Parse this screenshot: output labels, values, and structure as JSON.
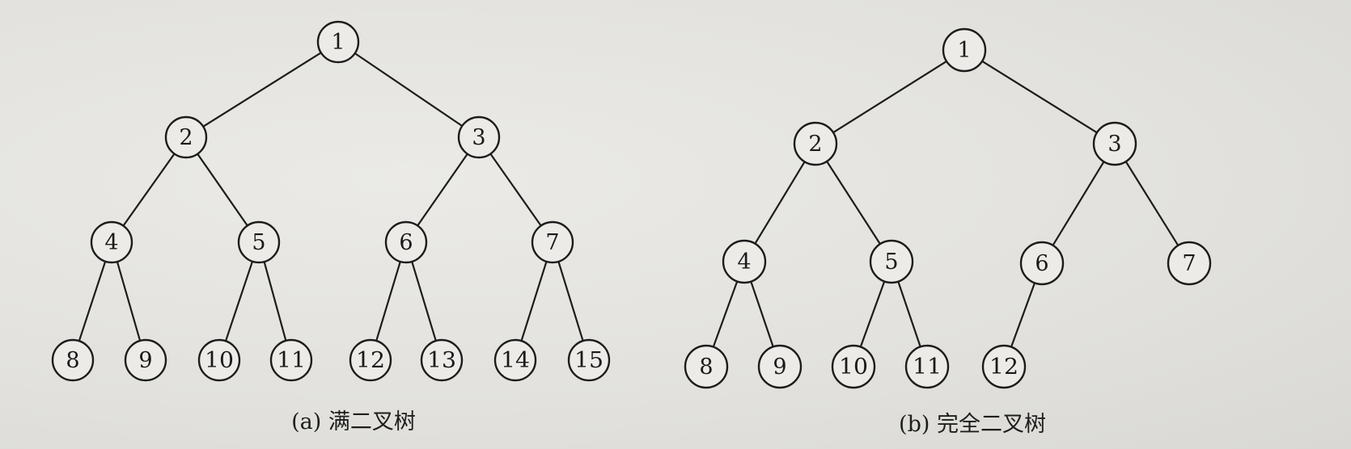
{
  "trees": [
    {
      "id": "full",
      "caption": "(a) 满二叉树",
      "nodes": [
        {
          "label": "1"
        },
        {
          "label": "2"
        },
        {
          "label": "3"
        },
        {
          "label": "4"
        },
        {
          "label": "5"
        },
        {
          "label": "6"
        },
        {
          "label": "7"
        },
        {
          "label": "8"
        },
        {
          "label": "9"
        },
        {
          "label": "10"
        },
        {
          "label": "11"
        },
        {
          "label": "12"
        },
        {
          "label": "13"
        },
        {
          "label": "14"
        },
        {
          "label": "15"
        }
      ],
      "edges": [
        [
          1,
          2
        ],
        [
          1,
          3
        ],
        [
          2,
          4
        ],
        [
          2,
          5
        ],
        [
          3,
          6
        ],
        [
          3,
          7
        ],
        [
          4,
          8
        ],
        [
          4,
          9
        ],
        [
          5,
          10
        ],
        [
          5,
          11
        ],
        [
          6,
          12
        ],
        [
          6,
          13
        ],
        [
          7,
          14
        ],
        [
          7,
          15
        ]
      ]
    },
    {
      "id": "complete",
      "caption": "(b) 完全二叉树",
      "nodes": [
        {
          "label": "1"
        },
        {
          "label": "2"
        },
        {
          "label": "3"
        },
        {
          "label": "4"
        },
        {
          "label": "5"
        },
        {
          "label": "6"
        },
        {
          "label": "7"
        },
        {
          "label": "8"
        },
        {
          "label": "9"
        },
        {
          "label": "10"
        },
        {
          "label": "11"
        },
        {
          "label": "12"
        }
      ],
      "edges": [
        [
          1,
          2
        ],
        [
          1,
          3
        ],
        [
          2,
          4
        ],
        [
          2,
          5
        ],
        [
          3,
          6
        ],
        [
          3,
          7
        ],
        [
          4,
          8
        ],
        [
          4,
          9
        ],
        [
          5,
          10
        ],
        [
          5,
          11
        ],
        [
          6,
          12
        ]
      ]
    }
  ]
}
